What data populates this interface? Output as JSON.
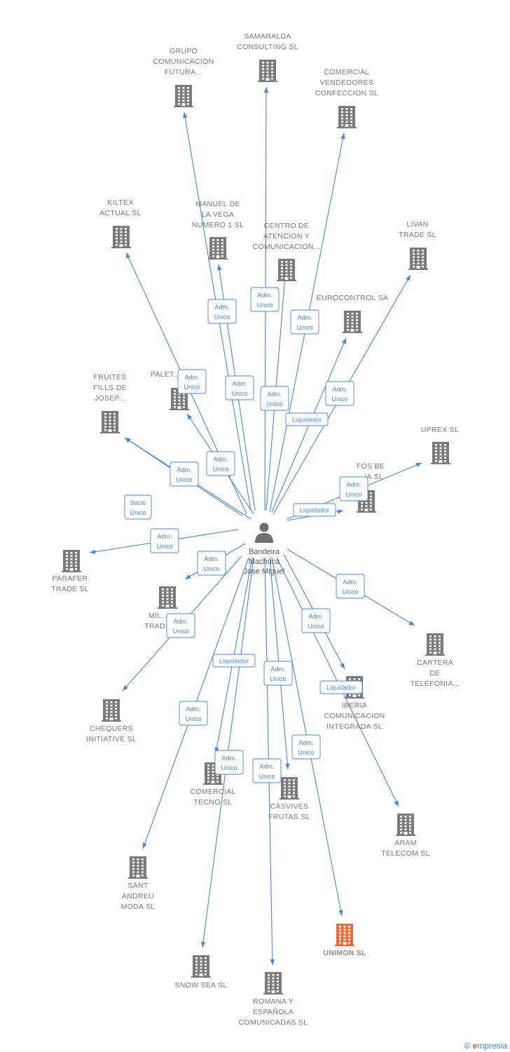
{
  "person": {
    "lines": [
      "Bandeira",
      "Machuca",
      "Jose Miguel"
    ]
  },
  "companies": [
    {
      "id": "grupo",
      "lines": [
        "GRUPO",
        "COMUNICACION",
        "FUTURA..."
      ]
    },
    {
      "id": "samaralda",
      "lines": [
        "SAMARALDA",
        "CONSULTING SL"
      ]
    },
    {
      "id": "comercialvend",
      "lines": [
        "COMERCIAL",
        "VENDEDORES",
        "CONFECCION SL"
      ]
    },
    {
      "id": "kiltex",
      "lines": [
        "KILTEX",
        "ACTUAL SL"
      ]
    },
    {
      "id": "manuel",
      "lines": [
        "MANUEL DE",
        "LA VEGA",
        "NUMERO 1 SL"
      ]
    },
    {
      "id": "centro",
      "lines": [
        "CENTRO DE",
        "ATENCION Y",
        "COMUNICACION..."
      ]
    },
    {
      "id": "livan",
      "lines": [
        "LIVAN",
        "TRADE SL"
      ]
    },
    {
      "id": "eurocontrol",
      "lines": [
        "EUROCONTROL SA"
      ]
    },
    {
      "id": "fruites",
      "lines": [
        "FRUITES",
        "FILLS DE",
        "JOSEP..."
      ]
    },
    {
      "id": "palet",
      "lines": [
        "PALET..."
      ]
    },
    {
      "id": "uprex",
      "lines": [
        "UPREX SL"
      ]
    },
    {
      "id": "fosbe",
      "lines": [
        "FOS BE",
        "...IA SL"
      ]
    },
    {
      "id": "parafer",
      "lines": [
        "PARAFER",
        "TRADE SL"
      ]
    },
    {
      "id": "mil",
      "lines": [
        "MIL...",
        "TRAD..."
      ]
    },
    {
      "id": "cartera",
      "lines": [
        "CARTERA",
        "DE",
        "TELEFONIA..."
      ]
    },
    {
      "id": "iberia",
      "lines": [
        "IBERIA",
        "COMUNICACION",
        "INTEGRADA SL"
      ]
    },
    {
      "id": "chequers",
      "lines": [
        "CHEQUERS",
        "INITIATIVE SL"
      ]
    },
    {
      "id": "comercialtecno",
      "lines": [
        "COMERCIAL",
        "TECNO SL"
      ]
    },
    {
      "id": "casvives",
      "lines": [
        "CASVIVES",
        "FRUTAS SL"
      ]
    },
    {
      "id": "aram",
      "lines": [
        "ARAM",
        "TELECOM SL"
      ]
    },
    {
      "id": "santandreu",
      "lines": [
        "SANT",
        "ANDREU",
        "MODA SL"
      ]
    },
    {
      "id": "unimon",
      "lines": [
        "UNIMON SL"
      ]
    },
    {
      "id": "snowsea",
      "lines": [
        "SNOW SEA SL"
      ]
    },
    {
      "id": "romana",
      "lines": [
        "ROMANA Y",
        "ESPAÑOLA",
        "COMUNICADAS SL"
      ]
    }
  ],
  "relations": [
    {
      "target": "grupo",
      "label": [
        "Adm.",
        "Unico"
      ]
    },
    {
      "target": "samaralda",
      "label": [
        "Adm.",
        "Unico"
      ]
    },
    {
      "target": "comercialvend",
      "label": [
        "Adm.",
        "Unico"
      ]
    },
    {
      "target": "kiltex",
      "label": [
        "Adm.",
        "Unico"
      ]
    },
    {
      "target": "manuel",
      "label": [
        "Adm.",
        "Unico"
      ]
    },
    {
      "target": "centro",
      "label": [
        "Adm.",
        "Unico"
      ]
    },
    {
      "target": "livan",
      "label": [
        "Adm.",
        "Unico"
      ]
    },
    {
      "target": "eurocontrol",
      "label": [
        "Liquidador"
      ]
    },
    {
      "target": "fruites",
      "label": [
        "Adm.",
        "Unico"
      ]
    },
    {
      "target": "palet",
      "label": [
        "Adm.",
        "Unico"
      ]
    },
    {
      "target": "uprex",
      "label": [
        "Adm.",
        "Unico"
      ]
    },
    {
      "target": "fosbe",
      "label": [
        "Liquidador"
      ]
    },
    {
      "target": "parafer",
      "label": [
        "Adm.",
        "Unico"
      ]
    },
    {
      "target": "fruites",
      "label": [
        "Socio",
        "Único"
      ]
    },
    {
      "target": "mil",
      "label": [
        "Adm.",
        "Unico"
      ]
    },
    {
      "target": "cartera",
      "label": [
        "Adm.",
        "Unico"
      ]
    },
    {
      "target": "iberia",
      "label": [
        "Adm.",
        "Unico"
      ]
    },
    {
      "target": "chequers",
      "label": [
        "Adm.",
        "Unico"
      ]
    },
    {
      "target": "comercialtecno",
      "label": [
        "Liquidador"
      ]
    },
    {
      "target": "casvives",
      "label": [
        "Adm.",
        "Unico"
      ]
    },
    {
      "target": "aram",
      "label": [
        "Liquidador"
      ]
    },
    {
      "target": "santandreu",
      "label": [
        "Adm.",
        "Unico"
      ]
    },
    {
      "target": "snowsea",
      "label": [
        "Adm.",
        "Unico"
      ]
    },
    {
      "target": "romana",
      "label": [
        "Adm.",
        "Unico"
      ]
    },
    {
      "target": "unimon",
      "label": [
        "Adm.",
        "Unico"
      ]
    }
  ],
  "footer": {
    "copyright": "©",
    "brand_e": "e",
    "brand_rest": "mpresia"
  },
  "colors": {
    "edge": "#4a86d4",
    "building": "#7b7b7b",
    "highlight": "#f06a35"
  }
}
